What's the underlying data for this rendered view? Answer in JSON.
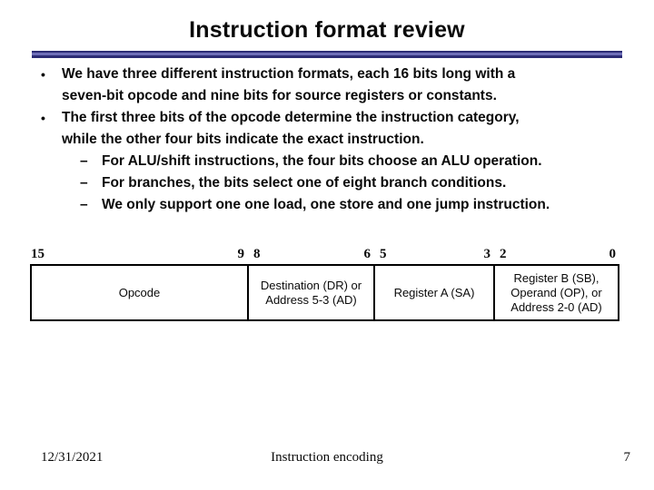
{
  "slide": {
    "title": "Instruction format review",
    "divider": {
      "dark_color": "#2b2b75",
      "light_color": "#6e6eb8"
    },
    "bullets": [
      {
        "level": 1,
        "marker": "•",
        "lines": [
          "We have three different instruction formats, each 16 bits long with a",
          "seven-bit opcode and nine bits for source registers or constants."
        ]
      },
      {
        "level": 1,
        "marker": "•",
        "lines": [
          "The first three bits of the opcode determine the instruction category,",
          "while the other four bits indicate the exact instruction."
        ]
      },
      {
        "level": 2,
        "marker": "–",
        "lines": [
          "For ALU/shift instructions, the four bits choose an ALU operation."
        ]
      },
      {
        "level": 2,
        "marker": "–",
        "lines": [
          "For branches, the bits select one of eight branch conditions."
        ]
      },
      {
        "level": 2,
        "marker": "–",
        "lines": [
          "We only support one one load, one store and one jump instruction."
        ]
      }
    ],
    "format_diagram": {
      "fields": [
        {
          "bit_high": "15",
          "bit_low": "9",
          "lines": [
            "Opcode"
          ]
        },
        {
          "bit_high": "8",
          "bit_low": "6",
          "lines": [
            "Destination (DR) or",
            "Address 5-3 (AD)"
          ]
        },
        {
          "bit_high": "5",
          "bit_low": "3",
          "lines": [
            "Register A (SA)"
          ]
        },
        {
          "bit_high": "2",
          "bit_low": "0",
          "lines": [
            "Register B (SB),",
            "Operand (OP), or",
            "Address 2-0 (AD)"
          ]
        }
      ]
    },
    "footer": {
      "date": "12/31/2021",
      "center": "Instruction encoding",
      "page_number": "7"
    }
  }
}
